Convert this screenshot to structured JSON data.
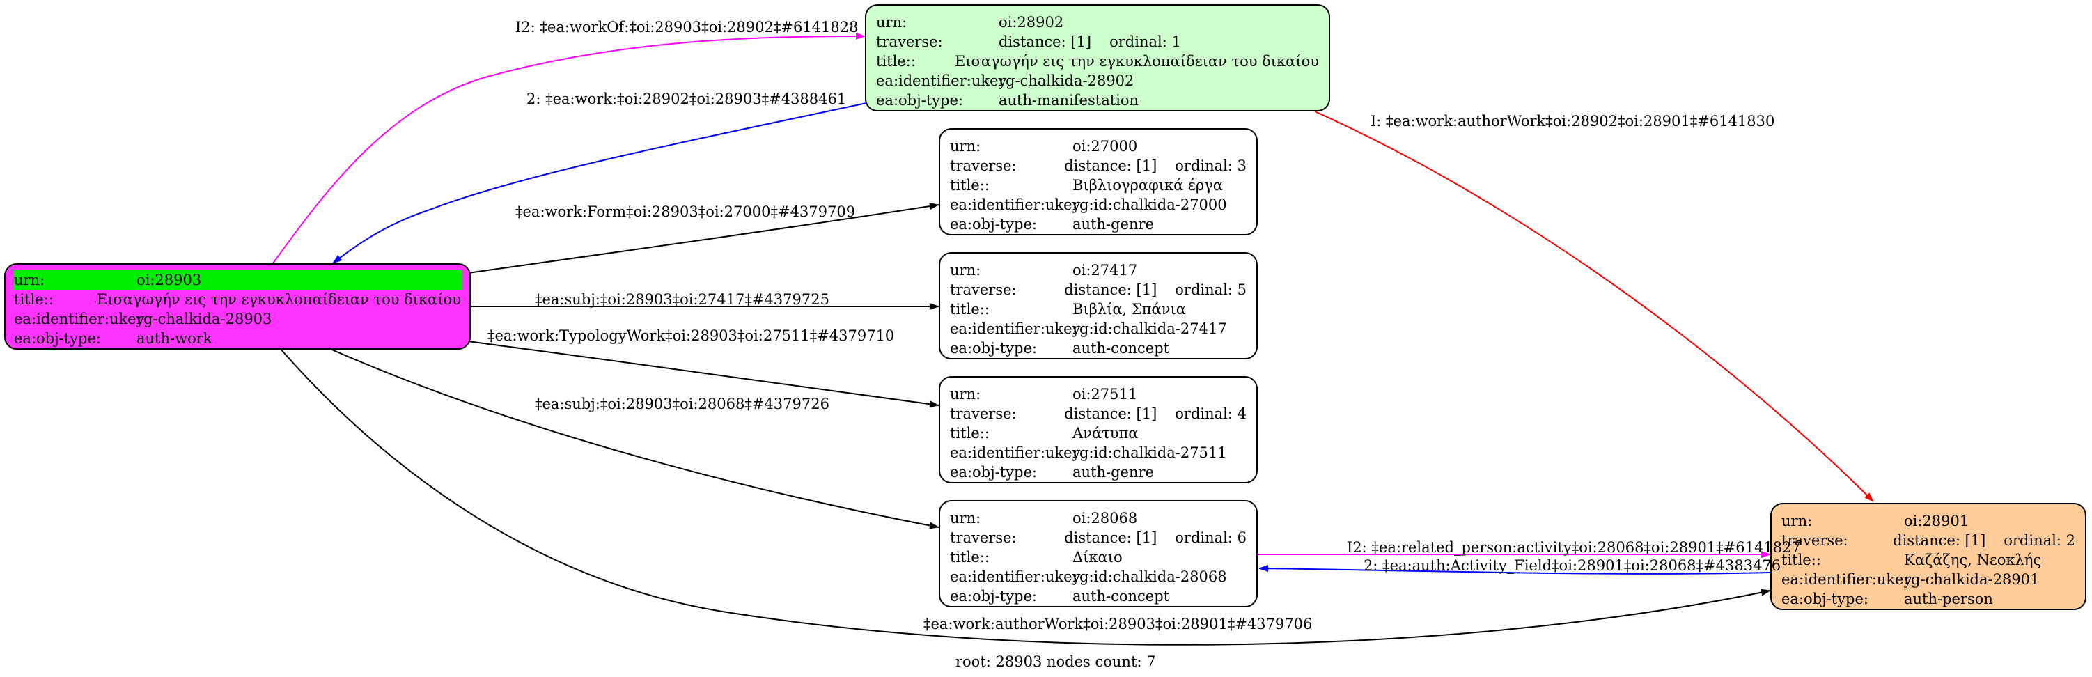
{
  "colors": {
    "root_fill": "#ff33ff",
    "root_urn_band": "#00ee00",
    "manifestation_fill": "#ccffcc",
    "person_fill": "#ffcc99",
    "default_fill": "#ffffff",
    "edge_black": "#000000",
    "edge_magenta": "#ff00ff",
    "edge_blue": "#0000ff",
    "edge_red": "#ff0000"
  },
  "nodes": {
    "root": {
      "urn_key": "urn:",
      "urn": "oi:28903",
      "title_key": "title::",
      "title": "Εισαγωγήν εις την εγκυκλοπαίδειαν του δικαίου",
      "ukey_key": "ea:identifier:ukey",
      "ukey": "rg-chalkida-28903",
      "type_key": "ea:obj-type:",
      "type": "auth-work"
    },
    "n28902": {
      "urn_key": "urn:",
      "urn": "oi:28902",
      "traverse_key": "traverse:",
      "distance": "distance: [1]",
      "ordinal": "ordinal: 1",
      "title_key": "title::",
      "title": "Εισαγωγήν εις την εγκυκλοπαίδειαν του δικαίου",
      "ukey_key": "ea:identifier:ukey",
      "ukey": "rg-chalkida-28902",
      "type_key": "ea:obj-type:",
      "type": "auth-manifestation"
    },
    "n27000": {
      "urn_key": "urn:",
      "urn": "oi:27000",
      "traverse_key": "traverse:",
      "distance": "distance: [1]",
      "ordinal": "ordinal: 3",
      "title_key": "title::",
      "title": "Βιβλιογραφικά έργα",
      "ukey_key": "ea:identifier:ukey",
      "ukey": "rg:id:chalkida-27000",
      "type_key": "ea:obj-type:",
      "type": "auth-genre"
    },
    "n27417": {
      "urn_key": "urn:",
      "urn": "oi:27417",
      "traverse_key": "traverse:",
      "distance": "distance: [1]",
      "ordinal": "ordinal: 5",
      "title_key": "title::",
      "title": "Βιβλία, Σπάνια",
      "ukey_key": "ea:identifier:ukey",
      "ukey": "rg:id:chalkida-27417",
      "type_key": "ea:obj-type:",
      "type": "auth-concept"
    },
    "n27511": {
      "urn_key": "urn:",
      "urn": "oi:27511",
      "traverse_key": "traverse:",
      "distance": "distance: [1]",
      "ordinal": "ordinal: 4",
      "title_key": "title::",
      "title": "Ανάτυπα",
      "ukey_key": "ea:identifier:ukey",
      "ukey": "rg:id:chalkida-27511",
      "type_key": "ea:obj-type:",
      "type": "auth-genre"
    },
    "n28068": {
      "urn_key": "urn:",
      "urn": "oi:28068",
      "traverse_key": "traverse:",
      "distance": "distance: [1]",
      "ordinal": "ordinal: 6",
      "title_key": "title::",
      "title": "Δίκαιο",
      "ukey_key": "ea:identifier:ukey",
      "ukey": "rg:id:chalkida-28068",
      "type_key": "ea:obj-type:",
      "type": "auth-concept"
    },
    "n28901": {
      "urn_key": "urn:",
      "urn": "oi:28901",
      "traverse_key": "traverse:",
      "distance": "distance: [1]",
      "ordinal": "ordinal: 2",
      "title_key": "title::",
      "title": "Καζάζης, Νεοκλής",
      "ukey_key": "ea:identifier:ukey",
      "ukey": "rg-chalkida-28901",
      "type_key": "ea:obj-type:",
      "type": "auth-person"
    }
  },
  "edges": {
    "workOf": "I2: ‡ea:workOf:‡oi:28903‡oi:28902‡#6141828",
    "work": "2: ‡ea:work:‡oi:28902‡oi:28903‡#4388461",
    "authorWork_red": "I: ‡ea:work:authorWork‡oi:28902‡oi:28901‡#6141830",
    "form": "‡ea:work:Form‡oi:28903‡oi:27000‡#4379709",
    "subj27417": "‡ea:subj:‡oi:28903‡oi:27417‡#4379725",
    "typology": "‡ea:work:TypologyWork‡oi:28903‡oi:27511‡#4379710",
    "subj28068": "‡ea:subj:‡oi:28903‡oi:28068‡#4379726",
    "related_person": "I2: ‡ea:related_person:activity‡oi:28068‡oi:28901‡#6141827",
    "activity_field": "2: ‡ea:auth:Activity_Field‡oi:28901‡oi:28068‡#4383476",
    "authorWork_black": "‡ea:work:authorWork‡oi:28903‡oi:28901‡#4379706"
  },
  "footer": "root: 28903 nodes count: 7"
}
